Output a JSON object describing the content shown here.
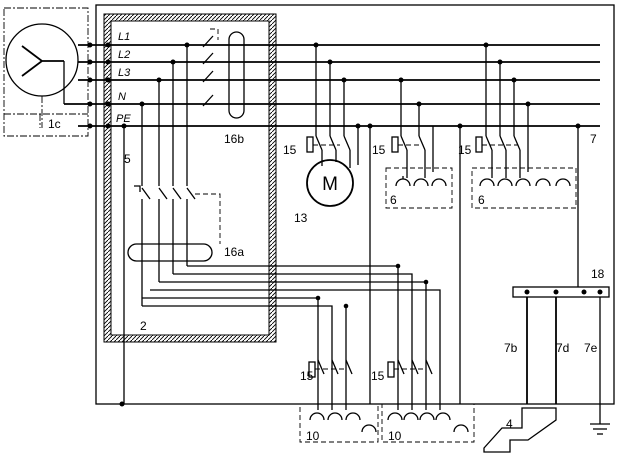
{
  "labels": {
    "L1": "L1",
    "L2": "L2",
    "L3": "L3",
    "N": "N",
    "PE": "PE",
    "c1": "1c",
    "n2": "2",
    "n4": "4",
    "n5": "5",
    "n6a": "6",
    "n6b": "6",
    "n7": "7",
    "n7b": "7b",
    "n7d": "7d",
    "n7e": "7e",
    "n10a": "10",
    "n10b": "10",
    "n13": "13",
    "motor": "M",
    "n15a": "15",
    "n15b": "15",
    "n15c": "15",
    "n15d": "15",
    "n15e": "15",
    "n16a": "16a",
    "n16b": "16b",
    "n18": "18"
  }
}
